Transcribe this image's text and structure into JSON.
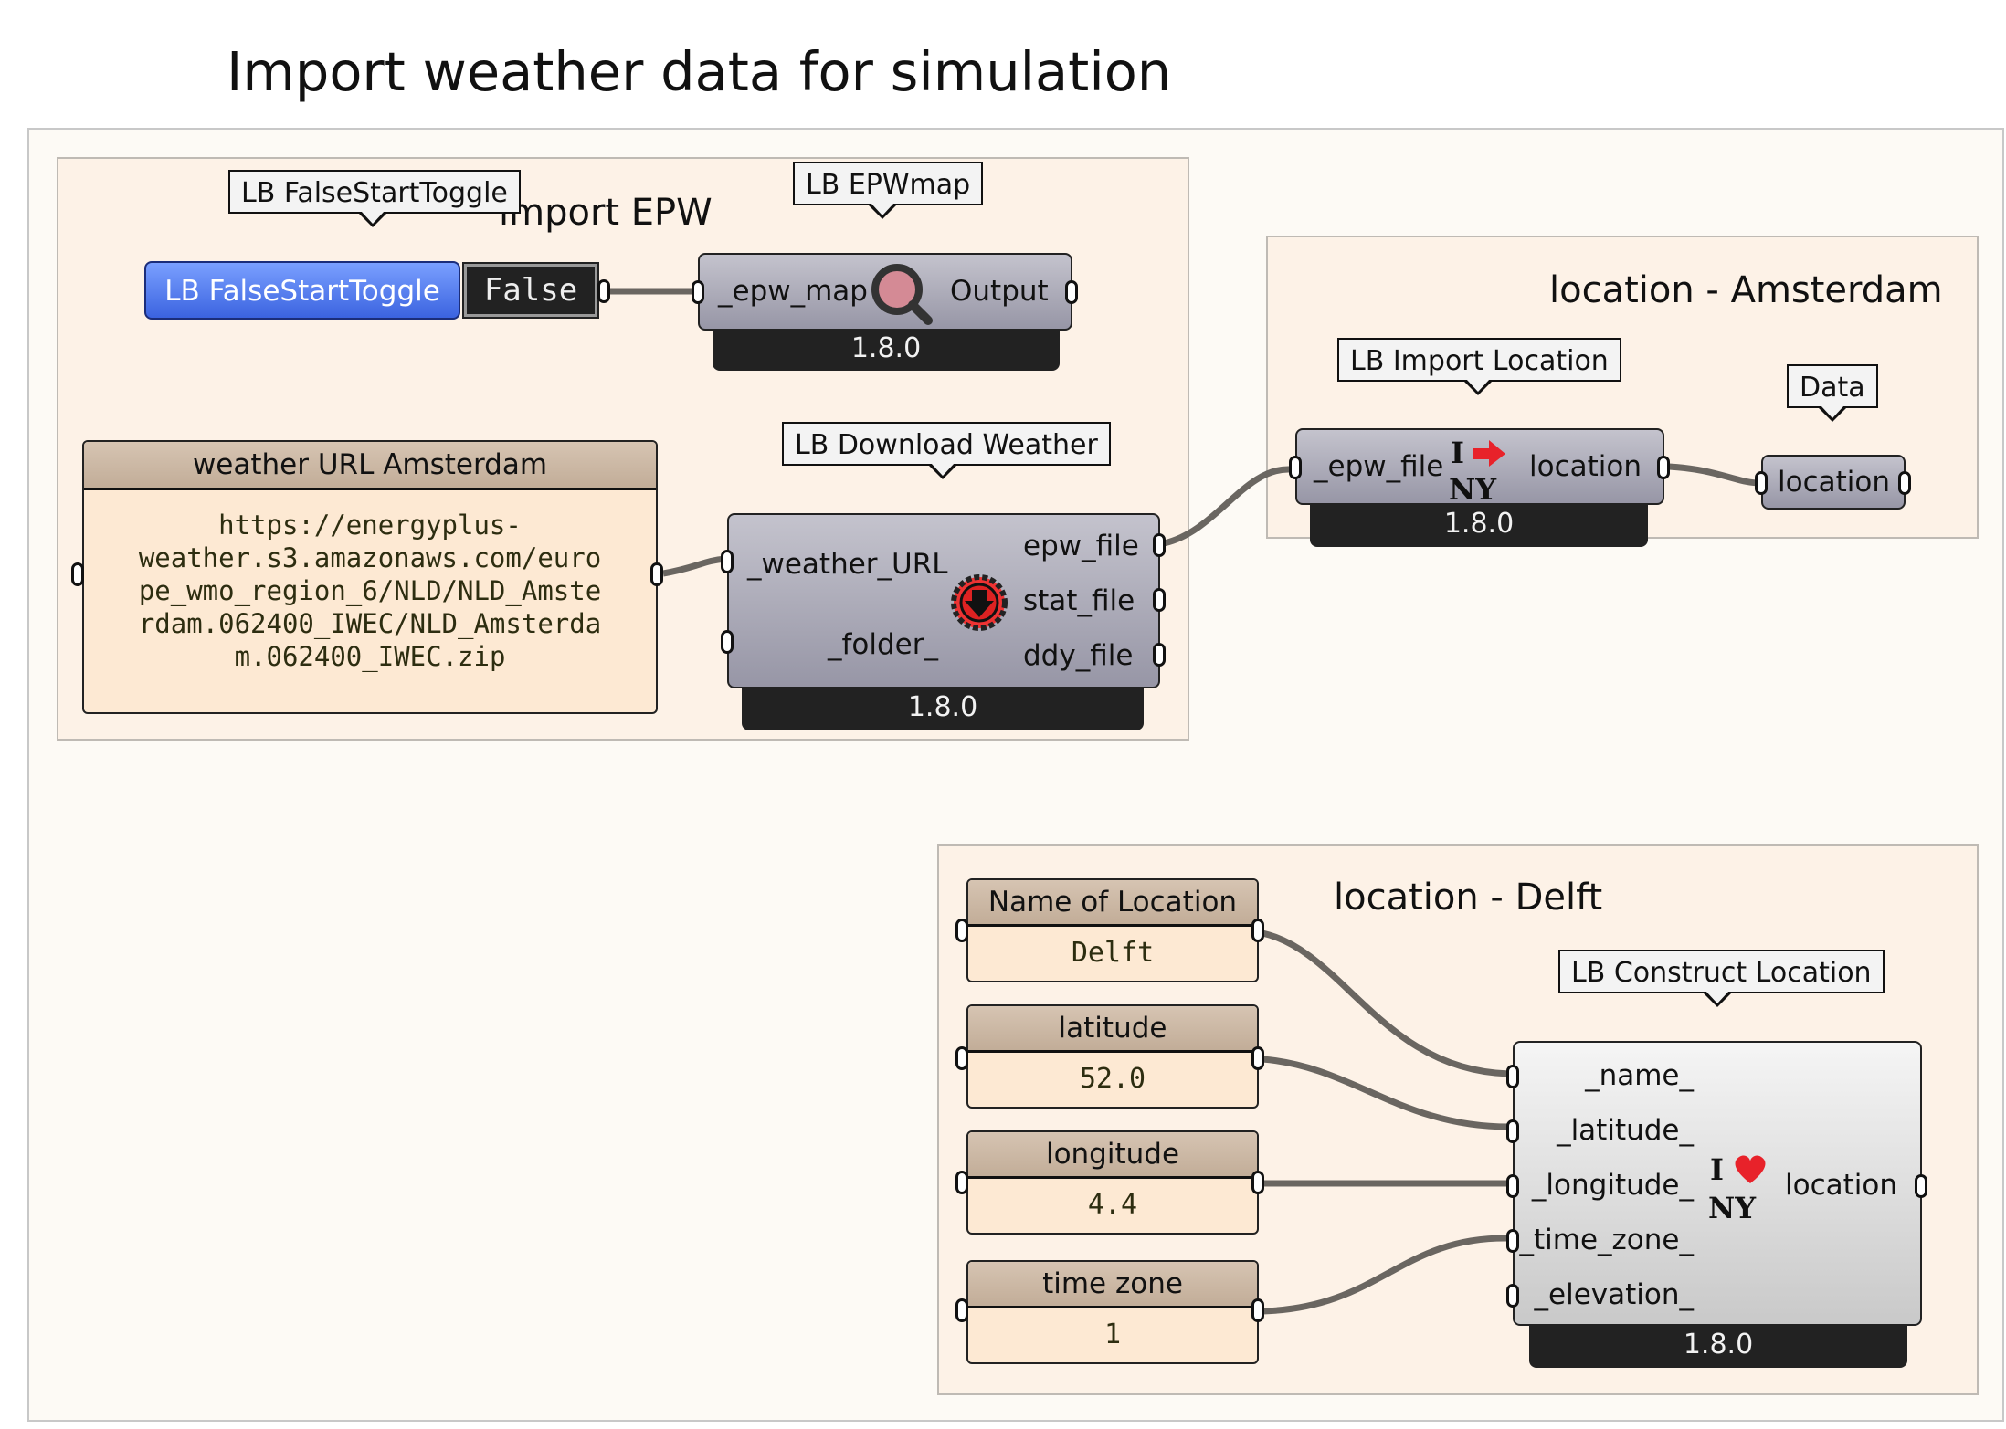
{
  "page": {
    "title": "Import weather data for simulation"
  },
  "groups": {
    "epw": {
      "label": "import EPW"
    },
    "amsterdam": {
      "label": "location - Amsterdam"
    },
    "delft": {
      "label": "location - Delft"
    }
  },
  "toggle": {
    "callout": "LB FalseStartToggle",
    "label": "LB FalseStartToggle",
    "value": "False"
  },
  "epwmap": {
    "callout": "LB EPWmap",
    "input": "_epw_map",
    "output": "Output",
    "version": "1.8.0",
    "icon": "magnifier-icon"
  },
  "download": {
    "callout": "LB Download Weather",
    "inputs": [
      "_weather_URL",
      "_folder_"
    ],
    "outputs": [
      "epw_file",
      "stat_file",
      "ddy_file"
    ],
    "version": "1.8.0",
    "icon": "download-arrow-icon"
  },
  "url_panel": {
    "title": "weather URL Amsterdam",
    "lines": [
      "https://energyplus-",
      "weather.s3.amazonaws.com/euro",
      "pe_wmo_region_6/NLD/NLD_Amste",
      "rdam.062400_IWEC/NLD_Amsterda",
      "m.062400_IWEC.zip"
    ]
  },
  "import_location": {
    "callout": "LB Import Location",
    "input": "_epw_file",
    "output": "location",
    "version": "1.8.0",
    "icon": "i-arrow-ny-icon"
  },
  "data_param": {
    "callout": "Data",
    "label": "location"
  },
  "delft_panels": [
    {
      "title": "Name of Location",
      "value": "Delft"
    },
    {
      "title": "latitude",
      "value": "52.0"
    },
    {
      "title": "longitude",
      "value": "4.4"
    },
    {
      "title": "time zone",
      "value": "1"
    }
  ],
  "construct": {
    "callout": "LB Construct Location",
    "inputs": [
      "_name_",
      "_latitude_",
      "_longitude_",
      "_time_zone_",
      "_elevation_"
    ],
    "output": "location",
    "version": "1.8.0",
    "icon": "i-heart-ny-icon"
  },
  "colors": {
    "toggle_blue": "#4a74ee",
    "heart_red": "#e8222a",
    "wire": "#6a6661"
  }
}
